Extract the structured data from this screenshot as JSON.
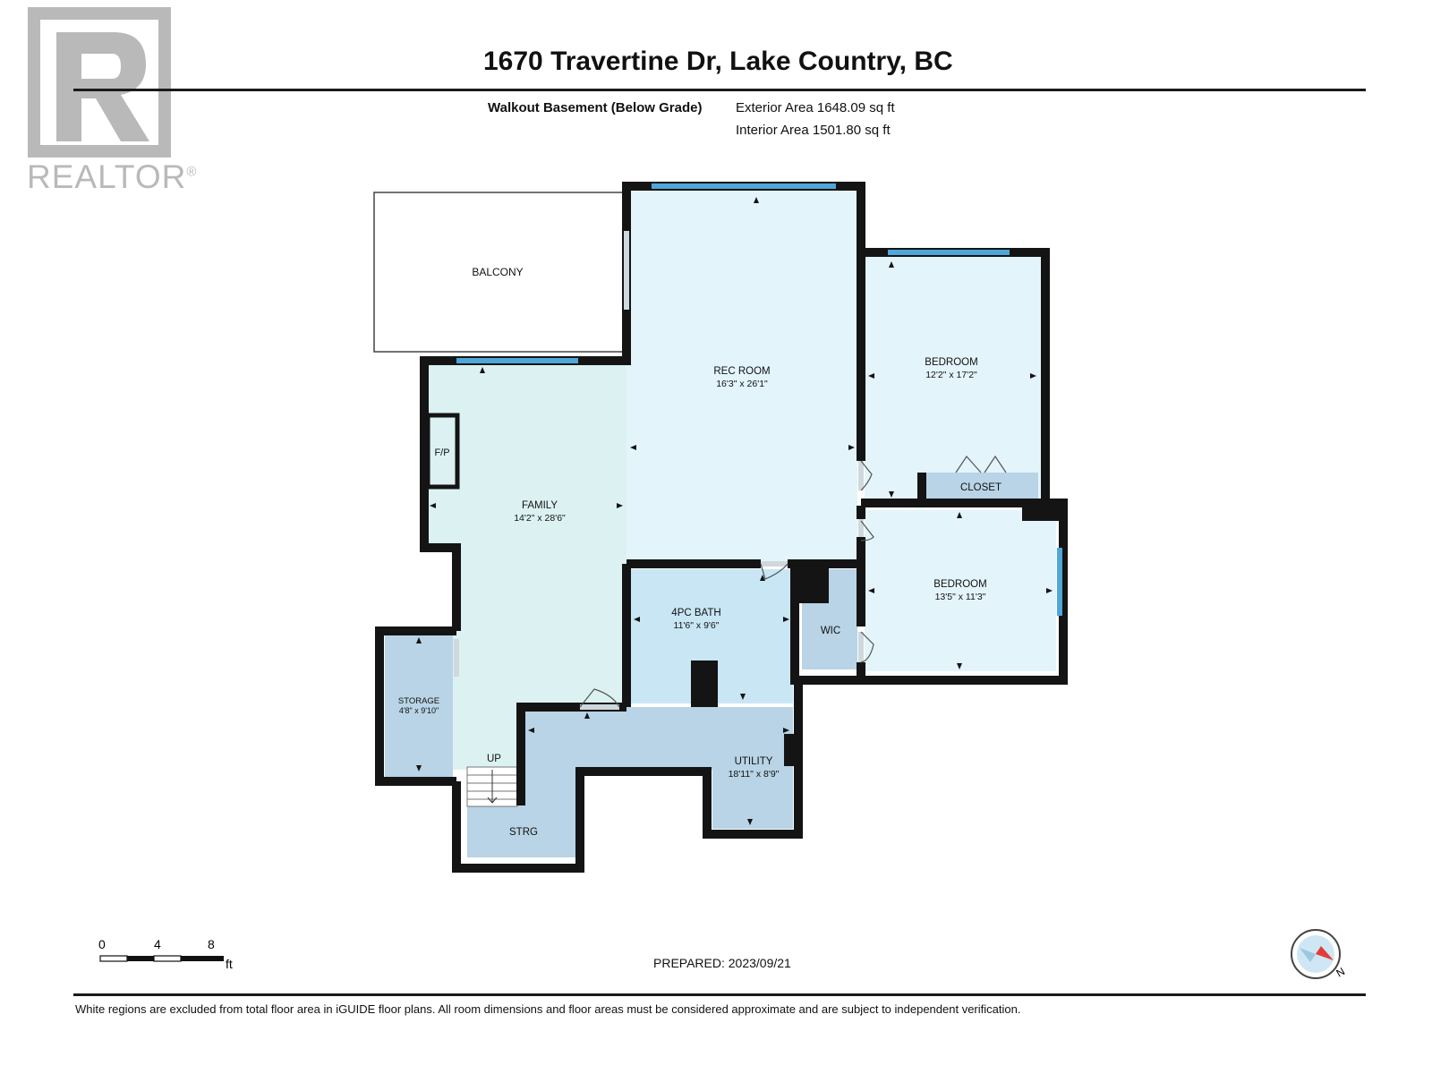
{
  "header": {
    "title": "1670 Travertine Dr, Lake Country, BC",
    "floor_label": "Walkout Basement (Below Grade)",
    "exterior_area": "Exterior Area 1648.09 sq ft",
    "interior_area": "Interior Area 1501.80 sq ft"
  },
  "branding": {
    "logo_wordmark": "REALTOR",
    "registered_mark": "®"
  },
  "rooms": {
    "balcony": {
      "name": "BALCONY"
    },
    "rec_room": {
      "name": "REC ROOM",
      "dims": "16'3\" x 26'1\""
    },
    "bedroom_1": {
      "name": "BEDROOM",
      "dims": "12'2\" x 17'2\""
    },
    "closet": {
      "name": "CLOSET"
    },
    "fireplace": {
      "name": "F/P"
    },
    "family": {
      "name": "FAMILY",
      "dims": "14'2\" x 28'6\""
    },
    "bedroom_2": {
      "name": "BEDROOM",
      "dims": "13'5\" x 11'3\""
    },
    "bath": {
      "name": "4PC BATH",
      "dims": "11'6\" x 9'6\""
    },
    "wic": {
      "name": "WIC"
    },
    "storage": {
      "name": "STORAGE",
      "dims": "4'8\" x 9'10\""
    },
    "stairs": {
      "name": "UP"
    },
    "utility": {
      "name": "UTILITY",
      "dims": "18'11\" x 8'9\""
    },
    "strg": {
      "name": "STRG"
    }
  },
  "scale": {
    "ticks": [
      "0",
      "4",
      "8"
    ],
    "unit": "ft"
  },
  "prepared": "PREPARED: 2023/09/21",
  "compass": {
    "label": "N"
  },
  "footer": "White regions are excluded from total floor area in iGUIDE floor plans. All room dimensions and floor areas must be considered approximate and are subject to independent verification.",
  "colors": {
    "room_light": "#e3f4fb",
    "room_family": "#dcf2f2",
    "room_bath": "#c9e6f5",
    "room_utility": "#b8d4e6",
    "wall": "#141414",
    "window": "#4fa6d8",
    "logo_gray": "#b9b9b9"
  }
}
